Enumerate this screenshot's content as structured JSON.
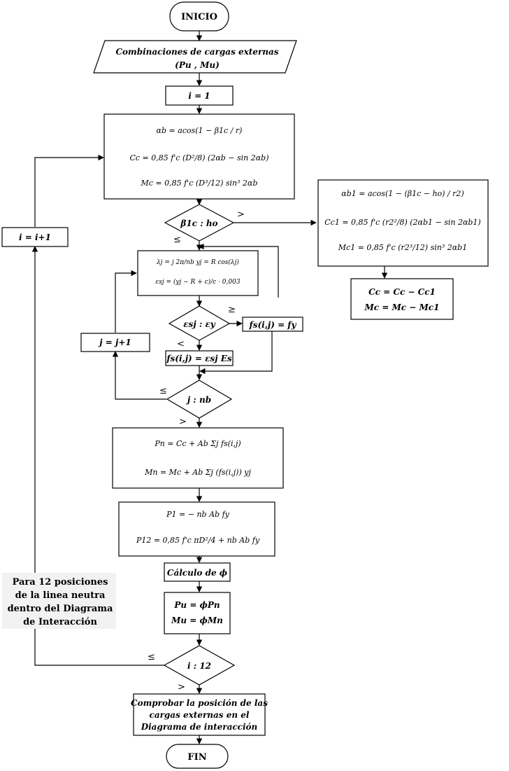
{
  "start": "INICIO",
  "end": "FIN",
  "input": {
    "line1": "Combinaciones de cargas externas",
    "line2": "(Pu , Mu)"
  },
  "init_i": "i = 1",
  "concrete_block": {
    "eq1": "αb = acos(1 − β1c / r)",
    "eq2": "Cc = 0,85 f'c (D²/8) (2αb − sin 2αb)",
    "eq3": "Mc = 0,85 f'c (D³/12) sin³ 2αb"
  },
  "decision_beta": "β1c : ho",
  "hollow_block": {
    "eq1": "αb1 = acos(1 − (β1c − ho) / r2)",
    "eq2": "Cc1 = 0,85 f'c (r2²/8) (2αb1 − sin 2αb1)",
    "eq3": "Mc1 = 0,85 f'c (r2³/12) sin³ 2αb1"
  },
  "subtract_block": {
    "eq1": "Cc = Cc − Cc1",
    "eq2": "Mc = Mc − Mc1"
  },
  "steel_block": {
    "eq1": "λj = j 2π/nb      yj = R cos(λj)",
    "eq2": "εsj = (yj − R + c)/c · 0,003"
  },
  "decision_eps": "εsj : εy",
  "fs_yield": "fs(i,j) = fy",
  "fs_elastic": "fs(i,j) = εsj Es",
  "j_increment": "j = j+1",
  "decision_nb": "j : nb",
  "nominal_block": {
    "eq1": "Pn = Cc + Ab Σj fs(i,j)",
    "eq2": "Mn = Mc + Ab Σj (fs(i,j)) yj"
  },
  "limits_block": {
    "eq1": "P1 = − nb Ab fy",
    "eq2": "P12 = 0,85 f'c πD²/4 + nb Ab fy"
  },
  "phi_calc": "Cálculo de ϕ",
  "design_block": {
    "eq1": "Pu = ϕPn",
    "eq2": "Mu = ϕMn"
  },
  "decision_i": "i : 12",
  "i_increment": "i = i+1",
  "check_block": {
    "line1": "Comprobar la posición de las",
    "line2": "cargas externas en el",
    "line3": "Diagrama de interacción"
  },
  "note": {
    "line1": "Para 12 posiciones",
    "line2": "de  la linea neutra",
    "line3": "dentro del Diagrama",
    "line4": "de Interacción"
  },
  "labels": {
    "gt": ">",
    "le": "≤",
    "ge": "≥",
    "lt": "<"
  }
}
